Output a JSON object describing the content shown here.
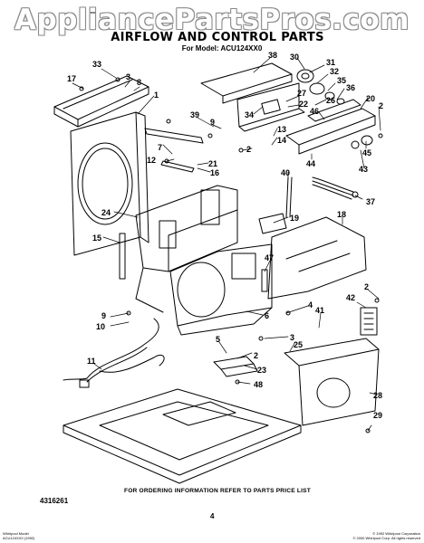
{
  "watermark": "AppliancePartsPros.com",
  "title": "AIRFLOW AND CONTROL PARTS",
  "model_line": "For Model: ACU124XX0",
  "info_line": "FOR ORDERING INFORMATION REFER TO PARTS PRICE LIST",
  "part_list_code": "4316261",
  "page_number": "4",
  "footer_left": [
    "Whirlpool Model",
    "ACU124XX0 (1992)"
  ],
  "footer_right": [
    "© 1992 Whirlpool Corporation",
    "© 2000 Whirlpool Corp. All rights reserved"
  ],
  "callouts": [
    {
      "id": "c17",
      "text": "17"
    },
    {
      "id": "c33",
      "text": "33"
    },
    {
      "id": "c3a",
      "text": "3"
    },
    {
      "id": "c8",
      "text": "8"
    },
    {
      "id": "c1",
      "text": "1"
    },
    {
      "id": "c38",
      "text": "38"
    },
    {
      "id": "c30",
      "text": "30"
    },
    {
      "id": "c31",
      "text": "31"
    },
    {
      "id": "c32",
      "text": "32"
    },
    {
      "id": "c35",
      "text": "35"
    },
    {
      "id": "c36",
      "text": "36"
    },
    {
      "id": "c27",
      "text": "27"
    },
    {
      "id": "c22",
      "text": "22"
    },
    {
      "id": "c26",
      "text": "26"
    },
    {
      "id": "c20",
      "text": "20"
    },
    {
      "id": "c2a",
      "text": "2"
    },
    {
      "id": "c39",
      "text": "39"
    },
    {
      "id": "c9a",
      "text": "9"
    },
    {
      "id": "c34",
      "text": "34"
    },
    {
      "id": "c46",
      "text": "46"
    },
    {
      "id": "c13",
      "text": "13"
    },
    {
      "id": "c14",
      "text": "14"
    },
    {
      "id": "c2b",
      "text": "2"
    },
    {
      "id": "c7",
      "text": "7"
    },
    {
      "id": "c12",
      "text": "12"
    },
    {
      "id": "c21",
      "text": "21"
    },
    {
      "id": "c16",
      "text": "16"
    },
    {
      "id": "c45",
      "text": "45"
    },
    {
      "id": "c44",
      "text": "44"
    },
    {
      "id": "c43",
      "text": "43"
    },
    {
      "id": "c40",
      "text": "40"
    },
    {
      "id": "c37",
      "text": "37"
    },
    {
      "id": "c24",
      "text": "24"
    },
    {
      "id": "c19",
      "text": "19"
    },
    {
      "id": "c18",
      "text": "18"
    },
    {
      "id": "c15",
      "text": "15"
    },
    {
      "id": "c47",
      "text": "47"
    },
    {
      "id": "c2c",
      "text": "2"
    },
    {
      "id": "c42",
      "text": "42"
    },
    {
      "id": "c4",
      "text": "4"
    },
    {
      "id": "c41",
      "text": "41"
    },
    {
      "id": "c9b",
      "text": "9"
    },
    {
      "id": "c10",
      "text": "10"
    },
    {
      "id": "c6",
      "text": "6"
    },
    {
      "id": "c3b",
      "text": "3"
    },
    {
      "id": "c25",
      "text": "25"
    },
    {
      "id": "c11",
      "text": "11"
    },
    {
      "id": "c5",
      "text": "5"
    },
    {
      "id": "c2d",
      "text": "2"
    },
    {
      "id": "c23",
      "text": "23"
    },
    {
      "id": "c48",
      "text": "48"
    },
    {
      "id": "c28",
      "text": "28"
    },
    {
      "id": "c29",
      "text": "29"
    }
  ]
}
